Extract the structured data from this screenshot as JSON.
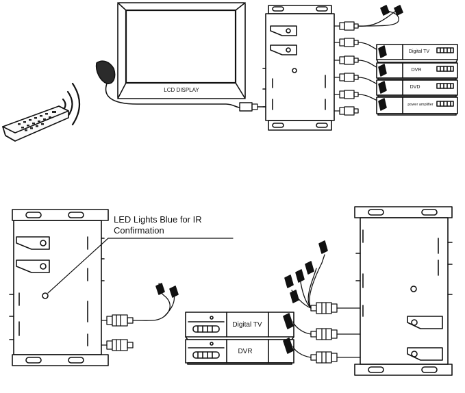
{
  "labels": {
    "lcd_display": "LCD DISPLAY",
    "device_digital_tv": "Digital TV",
    "device_dvr": "DVR",
    "device_dvd": "DVD",
    "device_power_amplifier": "power amplifier",
    "callout_line1": "LED Lights Blue for IR",
    "callout_line2": "Confirmation",
    "bottom_device_digital_tv": "Digital TV",
    "bottom_device_dvr": "DVR"
  }
}
